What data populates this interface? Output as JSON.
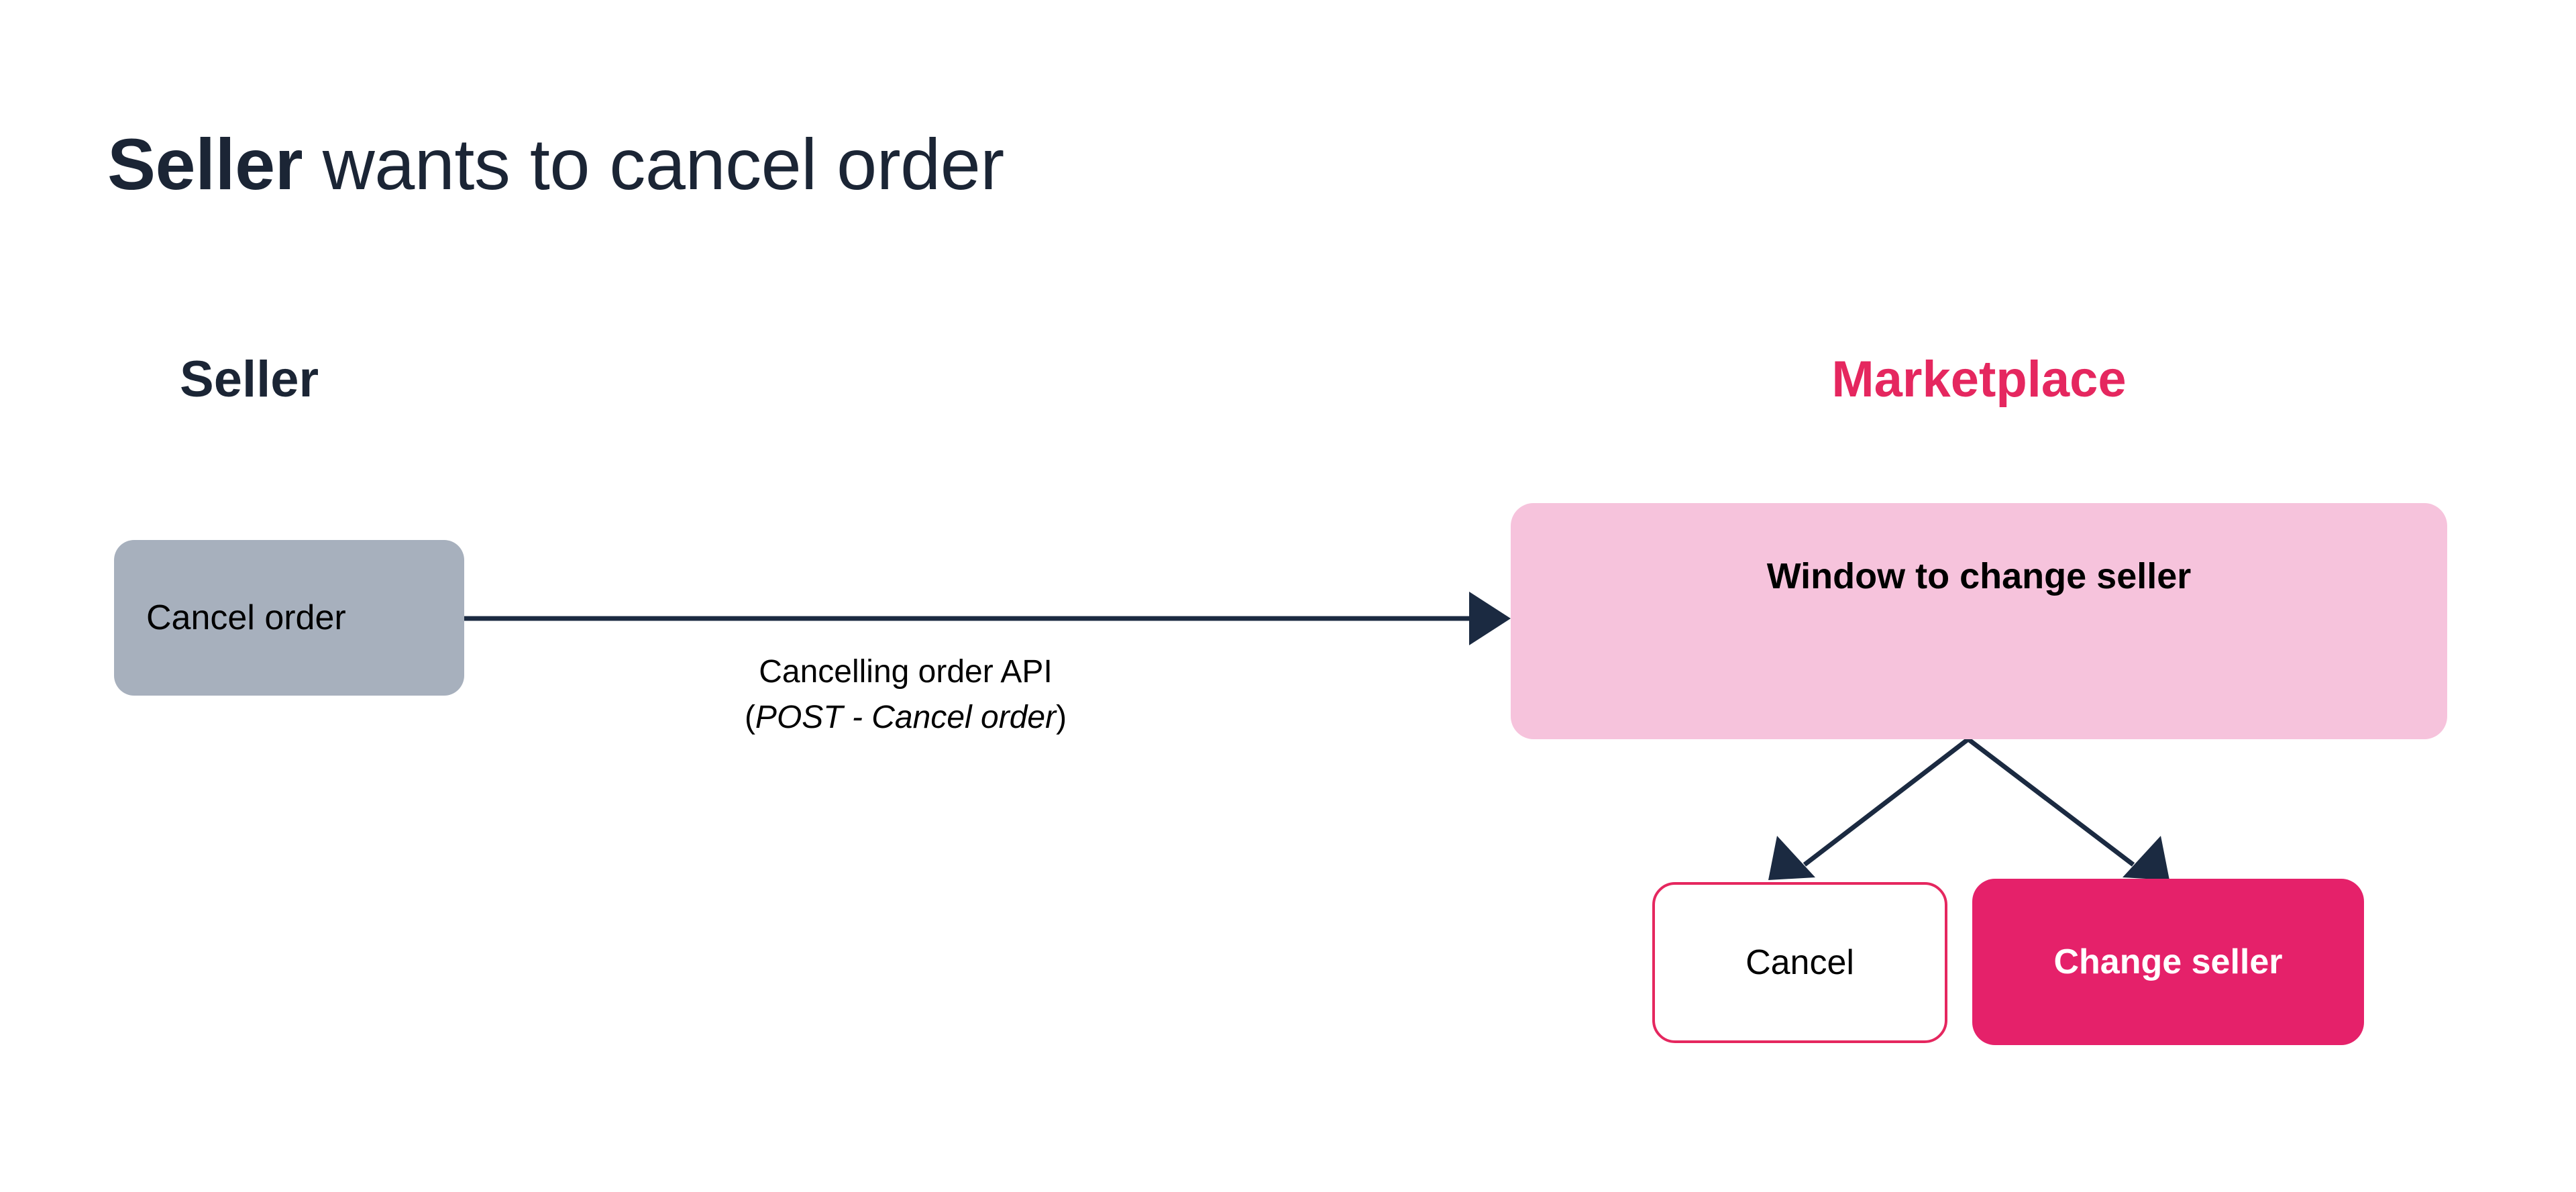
{
  "slide": {
    "title_strong": "Seller",
    "title_rest": " wants to cancel order",
    "background_color": "#ffffff"
  },
  "columns": {
    "left": {
      "heading": "Seller",
      "heading_color": "#1b2535"
    },
    "right": {
      "heading": "Marketplace",
      "heading_color": "#e5275f"
    }
  },
  "nodes": {
    "seller_action": {
      "label": "Cancel order",
      "fill_color": "#a7b0bd",
      "text_color": "#000000"
    },
    "marketplace_panel": {
      "title": "Window to change seller",
      "fill_color": "#f6c3dc",
      "text_color": "#000000"
    }
  },
  "buttons": [
    {
      "label": "Cancel",
      "style": "outline",
      "fill_color": "#ffffff",
      "border_color": "#e5275f",
      "text_color": "#000000"
    },
    {
      "label": "Change seller",
      "style": "filled",
      "fill_color": "#e5216a",
      "border_color": "#e5216a",
      "text_color": "#ffffff"
    }
  ],
  "connectors": {
    "api_call": {
      "line1": "Cancelling order API",
      "line2_open": "(",
      "line2_em": "POST - Cancel order",
      "line2_close": ")",
      "stroke_color": "#1b2a41"
    },
    "branch_left_target": "Cancel",
    "branch_right_target": "Change seller"
  }
}
